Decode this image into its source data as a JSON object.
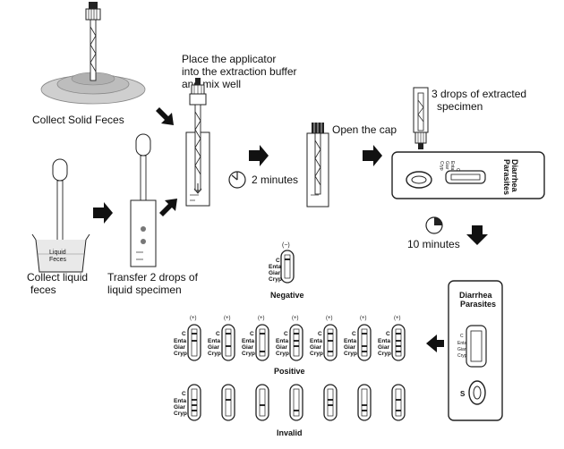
{
  "steps": {
    "collect_solid": "Collect Solid Feces",
    "collect_liquid_line1": "Collect liquid",
    "collect_liquid_line2": "feces",
    "liquid_feces_label_line1": "Liquid",
    "liquid_feces_label_line2": "Feces",
    "transfer_line1": "Transfer 2 drops of",
    "transfer_line2": "liquid specimen",
    "place_line1": "Place the applicator",
    "place_line2": "into the extraction buffer",
    "place_line3": "and mix well",
    "two_minutes": "2 minutes",
    "open_cap": "Open the cap",
    "three_drops_line1": "3 drops of extracted",
    "three_drops_line2": "specimen",
    "ten_minutes": "10 minutes"
  },
  "cassette": {
    "title_line1": "Diarrhea",
    "title_line2": "Parasites",
    "window_labels": [
      "C",
      "Enta",
      "Giar",
      "Cryp"
    ],
    "sample_label": "S"
  },
  "results": {
    "negative_label": "Negative",
    "positive_label": "Positive",
    "invalid_label": "Invalid",
    "negative_sign": "(−)",
    "positive_sign": "(+)",
    "strip_labels": [
      "C",
      "Enta",
      "Giar",
      "Cryp"
    ]
  }
}
